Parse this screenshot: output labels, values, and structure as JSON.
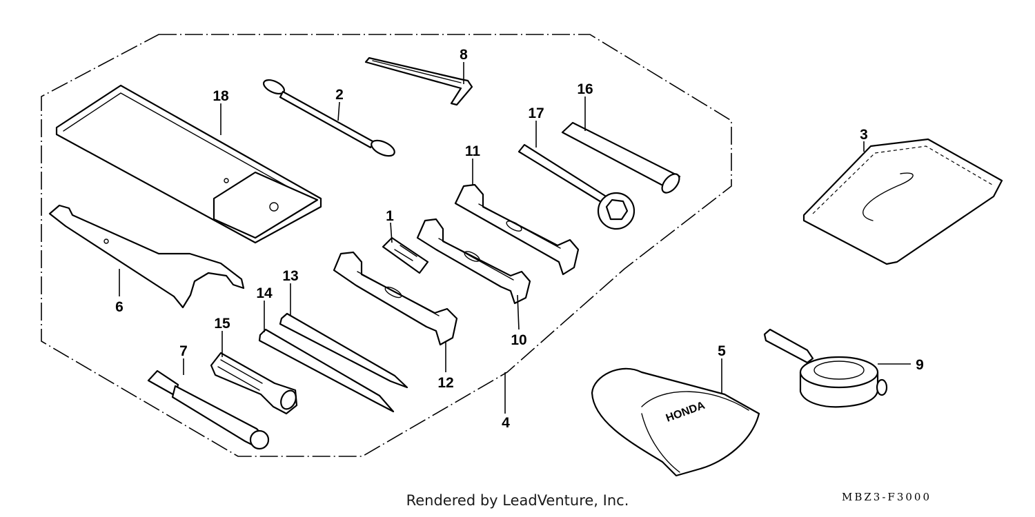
{
  "diagram": {
    "callouts": [
      "1",
      "2",
      "3",
      "4",
      "5",
      "6",
      "7",
      "8",
      "9",
      "10",
      "11",
      "12",
      "13",
      "14",
      "15",
      "16",
      "17",
      "18"
    ],
    "brand_mark": "HONDA",
    "credit": "Rendered by LeadVenture, Inc.",
    "drawing_code": "MBZ3-F3000"
  }
}
